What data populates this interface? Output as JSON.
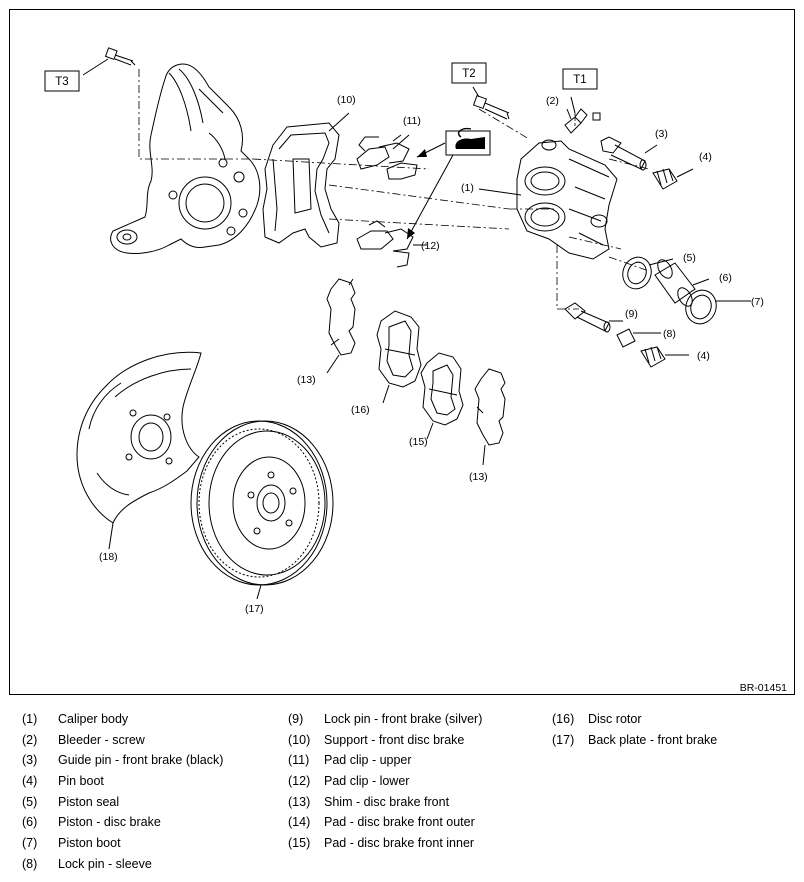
{
  "figure": {
    "id": "BR-01451",
    "torque_tags": [
      "T1",
      "T2",
      "T3"
    ],
    "callouts": [
      "(1)",
      "(2)",
      "(3)",
      "(4)",
      "(5)",
      "(6)",
      "(7)",
      "(8)",
      "(9)",
      "(10)",
      "(11)",
      "(12)",
      "(13)",
      "(16)",
      "(15)",
      "(17)",
      "(18)"
    ],
    "grease_icon": "grease-icon"
  },
  "legend": {
    "col_a": [
      {
        "num": "(1)",
        "name": "Caliper body"
      },
      {
        "num": "(2)",
        "name": "Bleeder - screw"
      },
      {
        "num": "(3)",
        "name": "Guide pin - front brake (black)"
      },
      {
        "num": "(4)",
        "name": "Pin boot"
      },
      {
        "num": "(5)",
        "name": "Piston seal"
      },
      {
        "num": "(6)",
        "name": "Piston - disc brake"
      },
      {
        "num": "(7)",
        "name": "Piston boot"
      },
      {
        "num": "(8)",
        "name": "Lock pin - sleeve"
      }
    ],
    "col_b": [
      {
        "num": "(9)",
        "name": "Lock pin - front brake (silver)"
      },
      {
        "num": "(10)",
        "name": "Support - front disc brake"
      },
      {
        "num": "(11)",
        "name": "Pad clip - upper"
      },
      {
        "num": "(12)",
        "name": "Pad clip - lower"
      },
      {
        "num": "(13)",
        "name": "Shim - disc brake front"
      },
      {
        "num": "(14)",
        "name": "Pad - disc brake front outer"
      },
      {
        "num": "(15)",
        "name": "Pad - disc brake front inner"
      }
    ],
    "col_c": [
      {
        "num": "(16)",
        "name": "Disc rotor"
      },
      {
        "num": "(17)",
        "name": "Back plate - front brake"
      }
    ]
  }
}
